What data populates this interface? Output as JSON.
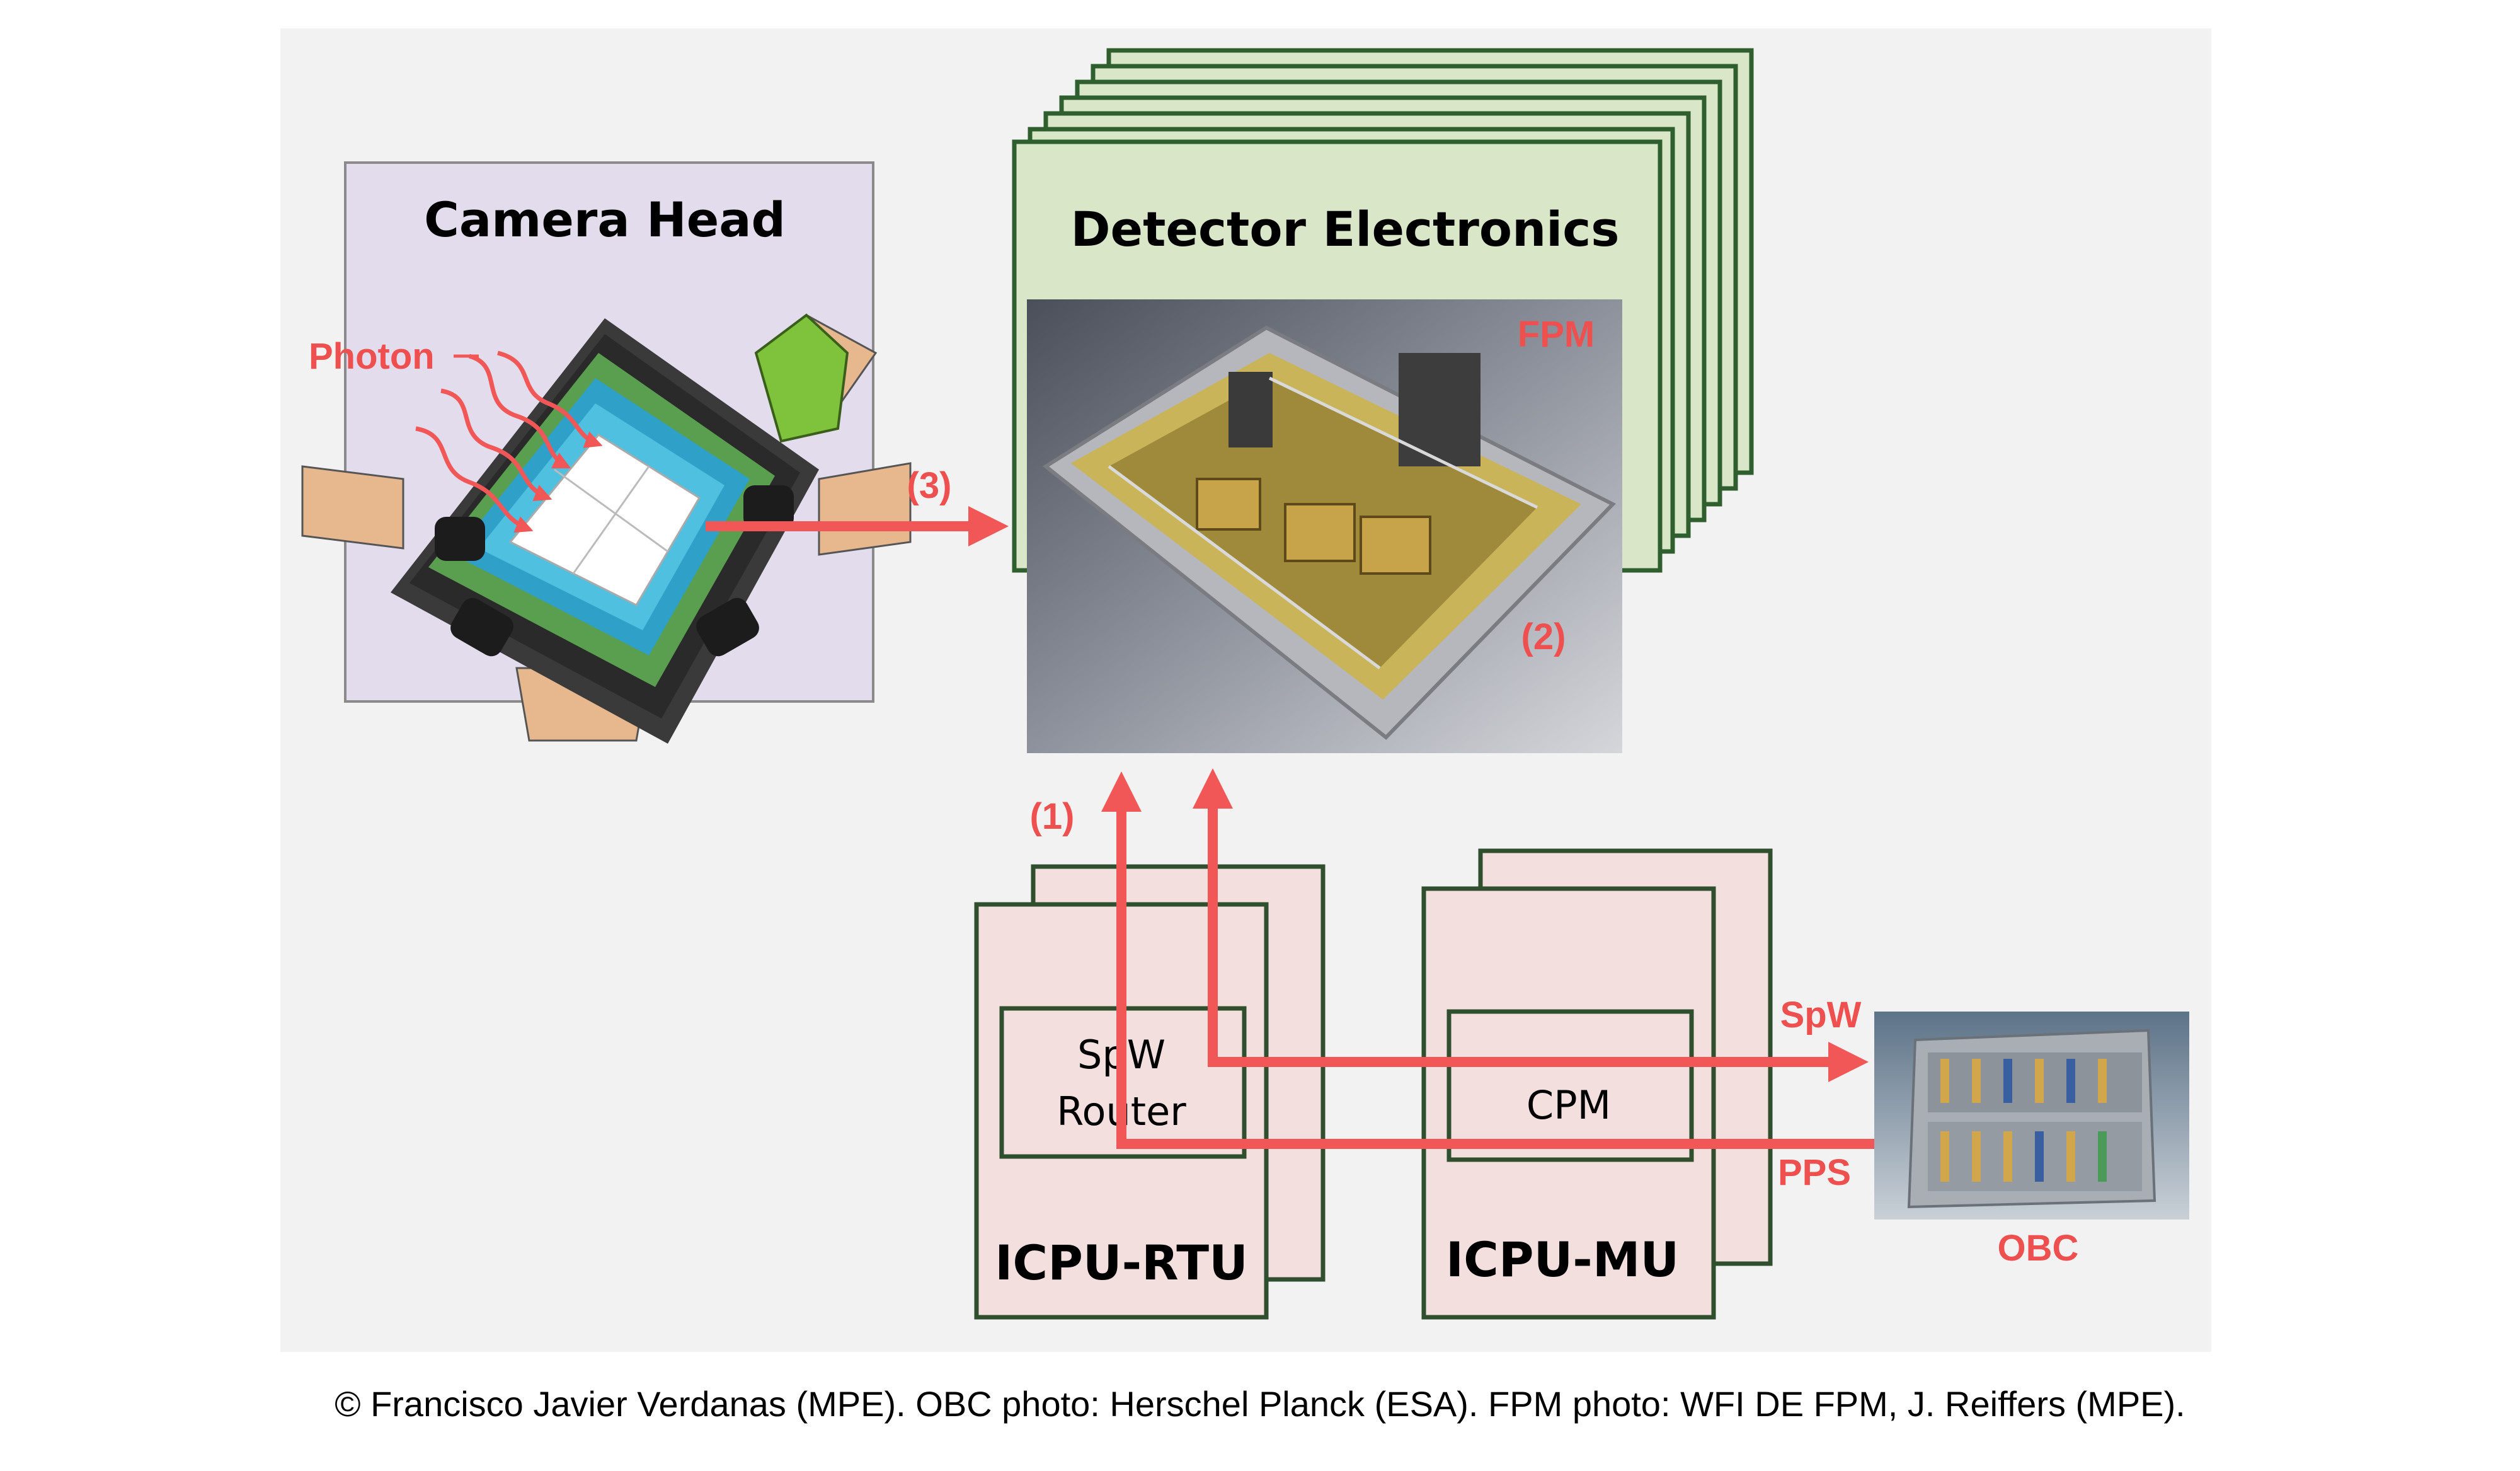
{
  "diagram": {
    "camera_head": {
      "title": "Camera Head",
      "photon_label": "Photon"
    },
    "detector_electronics": {
      "title": "Detector Electronics",
      "fpm_label": "FPM",
      "marker_2": "(2)"
    },
    "arrows": {
      "marker_1": "(1)",
      "marker_3": "(3)",
      "spw_label": "SpW",
      "pps_label": "PPS"
    },
    "icpu_rtu": {
      "title": "ICPU-RTU",
      "inner_line1": "SpW",
      "inner_line2": "Router"
    },
    "icpu_mu": {
      "title": "ICPU-MU",
      "inner_label": "CPM"
    },
    "obc": {
      "label": "OBC"
    },
    "colors": {
      "panel_bg": "#f2f2f2",
      "camera_bg": "#e3dcec",
      "detector_fill": "#d9e6c7",
      "detector_border": "#2f5e2f",
      "icpu_fill": "#f4dfdf",
      "icpu_border": "#2f4f2f",
      "arrow_red": "#f25757",
      "label_red": "#ee5050"
    }
  },
  "caption": "© Francisco Javier Verdanas (MPE).  OBC photo: Herschel Planck (ESA). FPM photo:  WFI DE FPM, J. Reiffers (MPE)."
}
